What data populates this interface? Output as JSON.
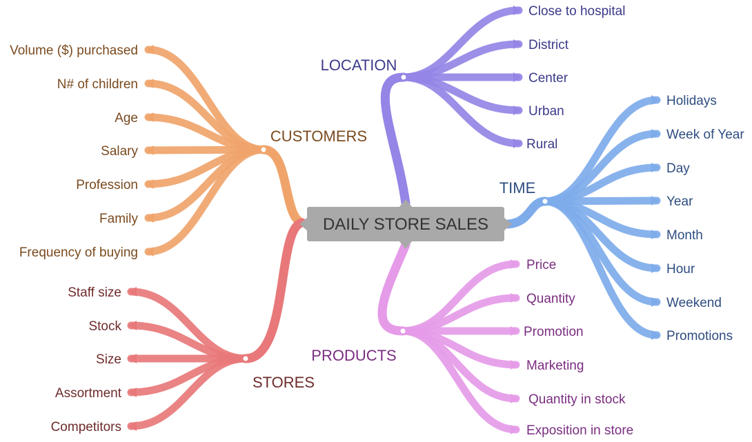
{
  "center": {
    "label": "DAILY STORE SALES"
  },
  "branches": [
    {
      "id": "customers",
      "label": "CUSTOMERS",
      "color": "#f0a46b",
      "text_color": "#7a4a1f",
      "leaves": [
        "Volume ($) purchased",
        "N# of children",
        "Age",
        "Salary",
        "Profession",
        "Family",
        "Frequency of buying"
      ]
    },
    {
      "id": "stores",
      "label": "STORES",
      "color": "#e8787a",
      "text_color": "#6e2b2b",
      "leaves": [
        "Staff size",
        "Stock",
        "Size",
        "Assortment",
        "Competitors"
      ]
    },
    {
      "id": "location",
      "label": "LOCATION",
      "color": "#9485e6",
      "text_color": "#3b3a8a",
      "leaves": [
        "Close to hospital",
        "District",
        "Center",
        "Urban",
        "Rural"
      ]
    },
    {
      "id": "time",
      "label": "TIME",
      "color": "#7eabea",
      "text_color": "#2e4d80",
      "leaves": [
        "Holidays",
        "Week of Year",
        "Day",
        "Year",
        "Month",
        "Hour",
        "Weekend",
        "Promotions"
      ]
    },
    {
      "id": "products",
      "label": "PRODUCTS",
      "color": "#e59be8",
      "text_color": "#7a2d80",
      "leaves": [
        "Price",
        "Quantity",
        "Promotion",
        "Marketing",
        "Quantity in stock",
        "Exposition in store"
      ]
    }
  ]
}
